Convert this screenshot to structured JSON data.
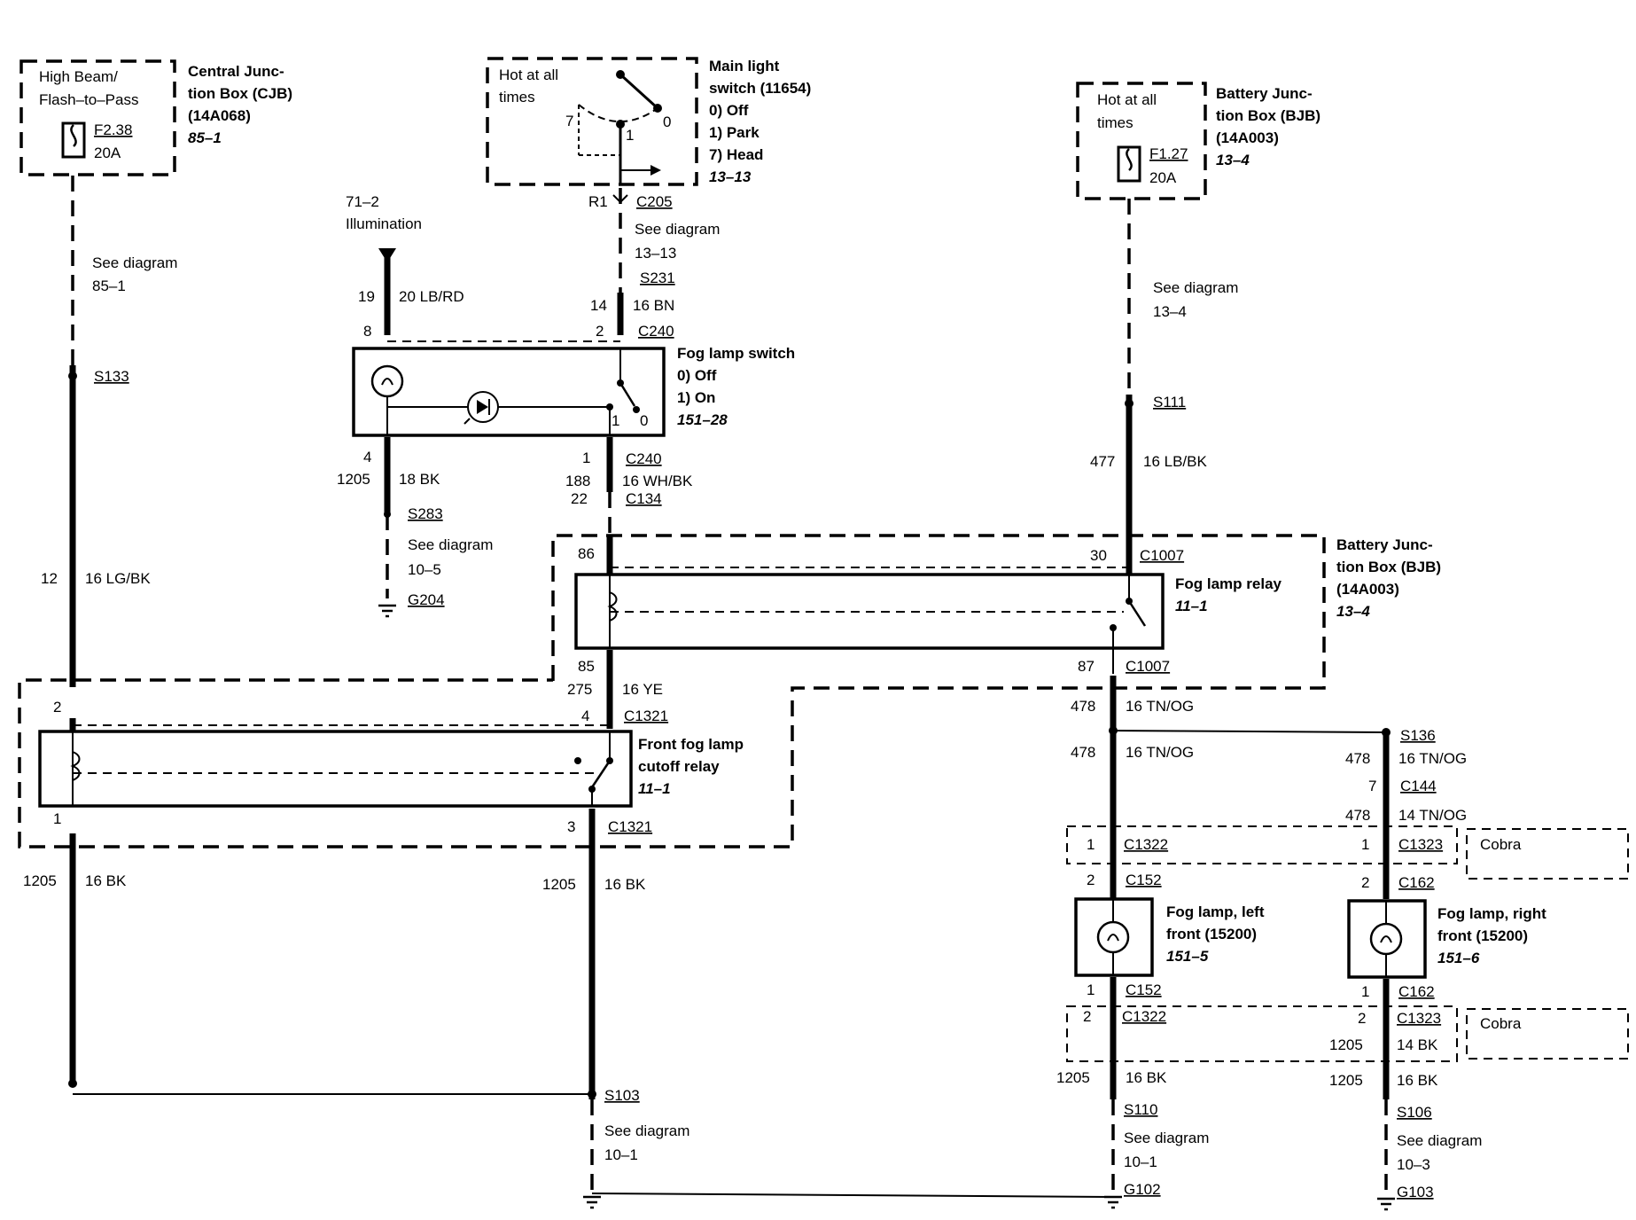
{
  "cjb": {
    "box_line1": "High Beam/",
    "box_line2": "Flash–to–Pass",
    "fuse": "F2.38",
    "amps": "20A",
    "name1": "Central Junc-",
    "name2": "tion Box (CJB)",
    "part": "(14A068)",
    "ref": "85–1"
  },
  "main_switch": {
    "hot1": "Hot at all",
    "hot2": "times",
    "pos7": "7",
    "pos1": "1",
    "pos0": "0",
    "name1": "Main light",
    "name2": "switch (11654)",
    "opt0": "0)   Off",
    "opt1": "1)   Park",
    "opt7": "7)   Head",
    "ref": "13–13"
  },
  "bjb_top": {
    "hot1": "Hot at all",
    "hot2": "times",
    "fuse": "F1.27",
    "amps": "20A",
    "name1": "Battery Junc-",
    "name2": "tion Box (BJB)",
    "part": "(14A003)",
    "ref": "13–4"
  },
  "fog_switch": {
    "name": "Fog lamp switch",
    "opt0": "0)   Off",
    "opt1": "1)   On",
    "ref": "151–28",
    "pin1": "1",
    "pin0": "0"
  },
  "fog_relay": {
    "name": "Fog lamp relay",
    "ref": "11–1"
  },
  "bjb_right": {
    "name1": "Battery Junc-",
    "name2": "tion Box (BJB)",
    "part": "(14A003)",
    "ref": "13–4"
  },
  "cutoff_relay": {
    "name1": "Front fog lamp",
    "name2": "cutoff relay",
    "ref": "11–1"
  },
  "lamp_left": {
    "name1": "Fog lamp, left",
    "name2": "front (15200)",
    "ref": "151–5"
  },
  "lamp_right": {
    "name1": "Fog lamp, right",
    "name2": "front (15200)",
    "ref": "151–6"
  },
  "labels": {
    "illum1": "71–2",
    "illum2": "Illumination",
    "see85a": "See diagram",
    "see85b": "85–1",
    "s133": "S133",
    "c12": "12",
    "w12": "16 LG/BK",
    "p2": "2",
    "p1": "1",
    "c1205a": "1205",
    "w1205a": "16 BK",
    "r1": "R1",
    "c205": "C205",
    "see1313a": "See diagram",
    "see1313b": "13–13",
    "s231": "S231",
    "c14": "14",
    "w14": "16 BN",
    "c19": "19",
    "w19": "20 LB/RD",
    "p8": "8",
    "p2b": "2",
    "c240a": "C240",
    "p4": "4",
    "c1205b": "1205",
    "w1205b": "18 BK",
    "s283": "S283",
    "see105a": "See diagram",
    "see105b": "10–5",
    "g204": "G204",
    "p1b": "1",
    "c240b": "C240",
    "c188": "188",
    "w188": "16 WH/BK",
    "c22": "22",
    "c134": "C134",
    "p86": "86",
    "p85": "85",
    "c275": "275",
    "w275": "16 YE",
    "p4b": "4",
    "c1321a": "C1321",
    "p3": "3",
    "c1321b": "C1321",
    "c1205c": "1205",
    "w1205c": "16 BK",
    "s103": "S103",
    "see101a": "See diagram",
    "see101b": "10–1",
    "see134a": "See diagram",
    "see134b": "13–4",
    "s111": "S111",
    "c477": "477",
    "w477": "16 LB/BK",
    "p30": "30",
    "c1007a": "C1007",
    "p87": "87",
    "c1007b": "C1007",
    "c478a": "478",
    "w478a": "16 TN/OG",
    "c478b": "478",
    "w478b": "16 TN/OG",
    "s136": "S136",
    "c478c": "478",
    "w478c": "16 TN/OG",
    "p7": "7",
    "c144": "C144",
    "c478d": "478",
    "w478d": "14 TN/OG",
    "p1c": "1",
    "c1322a": "C1322",
    "p1d": "1",
    "c1323a": "C1323",
    "cobra1": "Cobra",
    "p2c": "2",
    "c152a": "C152",
    "p2d": "2",
    "c162a": "C162",
    "p1e": "1",
    "c152b": "C152",
    "p1f": "1",
    "c162b": "C162",
    "p2e": "2",
    "c1322b": "C1322",
    "p2f": "2",
    "c1323b": "C1323",
    "cobra2": "Cobra",
    "c1205d": "1205",
    "w1205d": "14 BK",
    "c1205e": "1205",
    "w1205e": "16 BK",
    "c1205f": "1205",
    "w1205f": "16 BK",
    "s110": "S110",
    "see101c": "See diagram",
    "see101d": "10–1",
    "g102": "G102",
    "s106": "S106",
    "see103a": "See diagram",
    "see103b": "10–3",
    "g103": "G103"
  }
}
